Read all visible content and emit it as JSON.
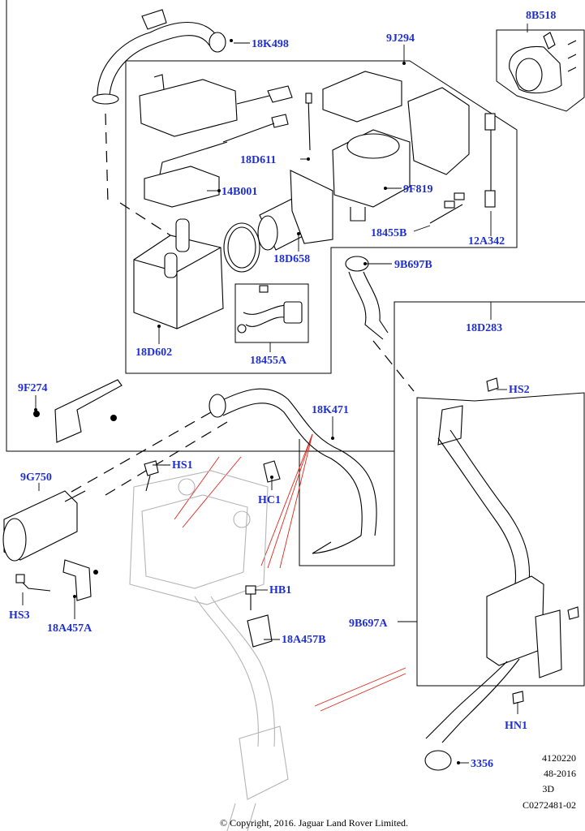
{
  "labels": {
    "p8B518": "8B518",
    "p9J294": "9J294",
    "p18K498": "18K498",
    "p18D611": "18D611",
    "p14B001": "14B001",
    "p9F819": "9F819",
    "p18455B": "18455B",
    "p12A342": "12A342",
    "p18D658": "18D658",
    "p9B697B": "9B697B",
    "p18D602": "18D602",
    "p18455A": "18455A",
    "p18D283": "18D283",
    "p9F274": "9F274",
    "pHS2": "HS2",
    "p18K471": "18K471",
    "p9G750": "9G750",
    "pHS1": "HS1",
    "pHC1": "HC1",
    "pHB1": "HB1",
    "p18A457B": "18A457B",
    "pHS3": "HS3",
    "p18A457A": "18A457A",
    "p9B697A": "9B697A",
    "pHN1": "HN1",
    "p3356": "3356"
  },
  "meta": {
    "line1": "4120220",
    "line2": "48-2016",
    "line3": "3D",
    "line4": "C0272481-02"
  },
  "copyright": "© Copyright, 2016. Jaguar Land Rover Limited.",
  "colors": {
    "label": "#1f2fd0",
    "line": "#000000",
    "ghost": "#b5b5b5",
    "callout": "#e0261c"
  }
}
